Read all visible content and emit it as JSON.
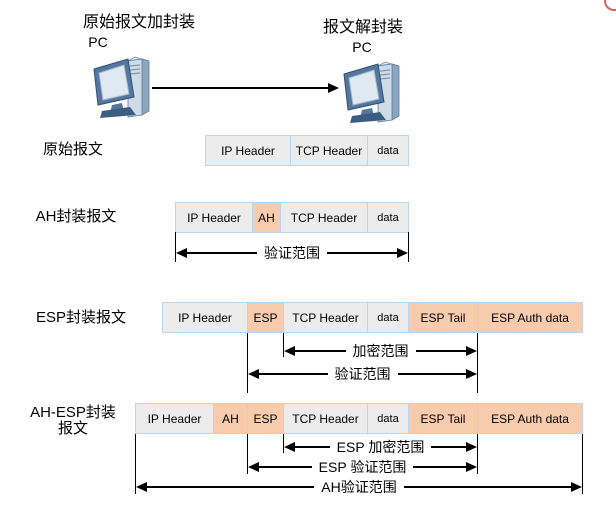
{
  "colors": {
    "box-border": "#b8d6ee",
    "gray-fill": "#ececec",
    "orange-fill": "#f8cbad",
    "line": "#000000",
    "red-badge": "#e06060"
  },
  "topology": {
    "left_caption": "原始报文加封装",
    "right_caption": "报文解封装",
    "left_pc": "PC",
    "right_pc": "PC"
  },
  "packets": [
    {
      "label": "原始报文",
      "boxes": [
        {
          "label": "IP Header"
        },
        {
          "label": "TCP Header"
        },
        {
          "label": "data"
        }
      ],
      "ranges": []
    },
    {
      "label": "AH封装报文",
      "boxes": [
        {
          "label": "IP Header"
        },
        {
          "label": "AH"
        },
        {
          "label": "TCP Header"
        },
        {
          "label": "data"
        }
      ],
      "ranges": [
        "验证范围"
      ]
    },
    {
      "label": "ESP封装报文",
      "boxes": [
        {
          "label": "IP Header"
        },
        {
          "label": "ESP"
        },
        {
          "label": "TCP Header"
        },
        {
          "label": "data"
        },
        {
          "label": "ESP Tail"
        },
        {
          "label": "ESP Auth data"
        }
      ],
      "ranges": [
        "加密范围",
        "验证范围"
      ]
    },
    {
      "label_line1": "AH-ESP封装",
      "label_line2": "报文",
      "boxes": [
        {
          "label": "IP Header"
        },
        {
          "label": "AH"
        },
        {
          "label": "ESP"
        },
        {
          "label": "TCP Header"
        },
        {
          "label": "data"
        },
        {
          "label": "ESP Tail"
        },
        {
          "label": "ESP Auth data"
        }
      ],
      "ranges": [
        "ESP 加密范围",
        "ESP 验证范围",
        "AH验证范围"
      ]
    }
  ]
}
